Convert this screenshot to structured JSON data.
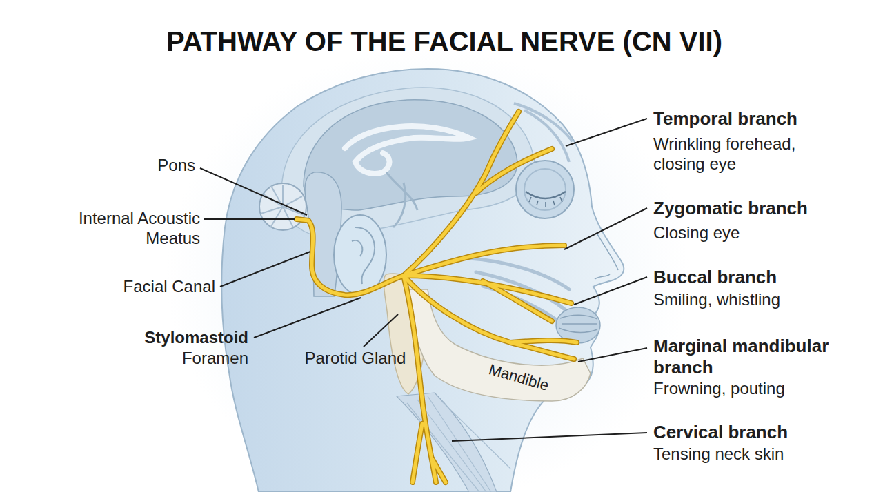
{
  "diagram": {
    "title": "PATHWAY OF THE FACIAL NERVE (CN VII)",
    "labels": [
      "Pons",
      "Internal Acoustic Meatus",
      "Facial Canal",
      "Stylomastoid",
      "Foramen",
      "Parotid Gland",
      "Mandible",
      "Temporal branch",
      "Wrinkling forehead, closing eye",
      "Zygomatic branch",
      "Closing eye",
      "Buccal branch",
      "Smiling, whistling",
      "Marginal mandibular branch",
      "Frowning, pouting",
      "Cervical branch",
      "Tensing neck skin"
    ]
  }
}
